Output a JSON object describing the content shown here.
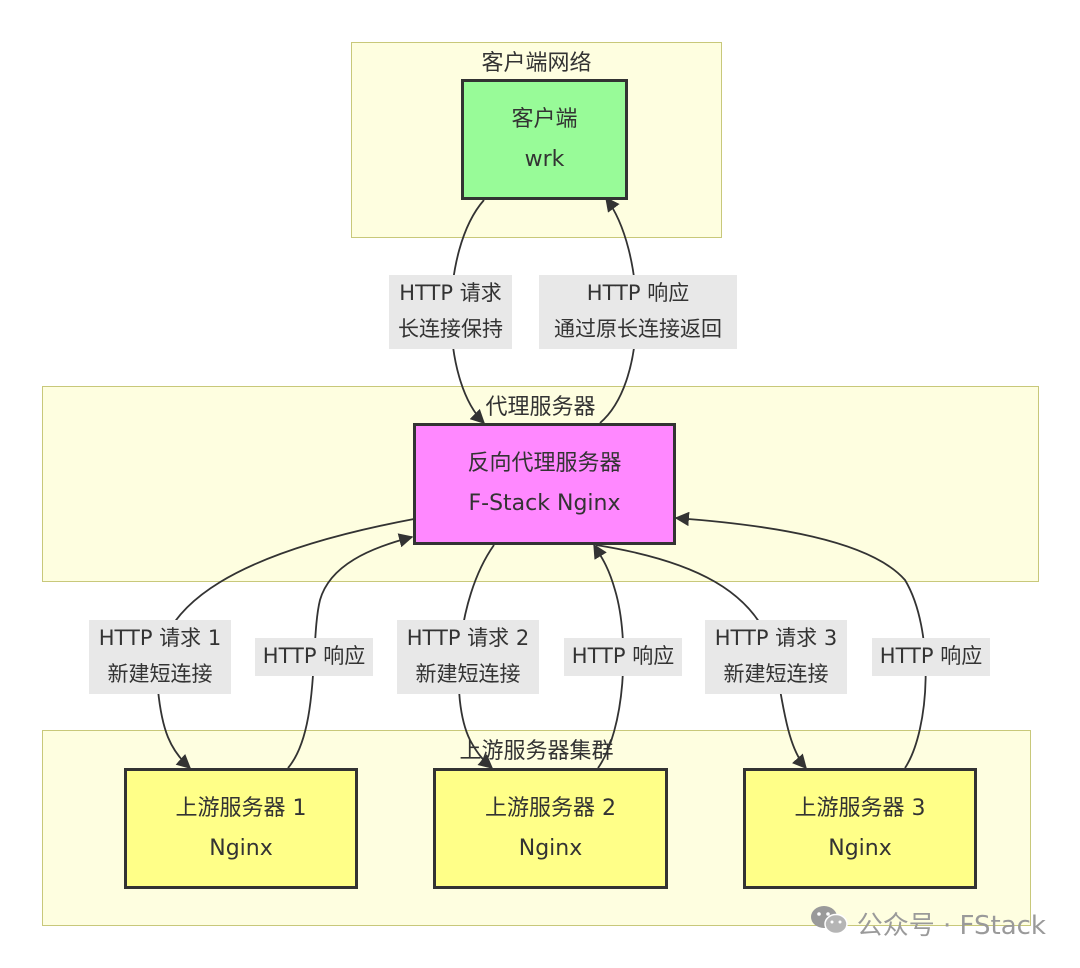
{
  "clusters": {
    "client_network": "客户端网络",
    "proxy": "代理服务器",
    "upstream": "上游服务器集群"
  },
  "nodes": {
    "client": {
      "line1": "客户端",
      "line2": "wrk",
      "fill": "#98fb98"
    },
    "proxy": {
      "line1": "反向代理服务器",
      "line2": "F-Stack Nginx",
      "fill": "#ff88ff"
    },
    "upstream1": {
      "line1": "上游服务器 1",
      "line2": "Nginx",
      "fill": "#ffff88"
    },
    "upstream2": {
      "line1": "上游服务器 2",
      "line2": "Nginx",
      "fill": "#ffff88"
    },
    "upstream3": {
      "line1": "上游服务器 3",
      "line2": "Nginx",
      "fill": "#ffff88"
    }
  },
  "edges": {
    "client_request": {
      "line1": "HTTP 请求",
      "line2": "长连接保持"
    },
    "client_response": {
      "line1": "HTTP 响应",
      "line2": "通过原长连接返回"
    },
    "upstream1_request": {
      "line1": "HTTP 请求 1",
      "line2": "新建短连接"
    },
    "upstream1_response": {
      "line1": "HTTP 响应"
    },
    "upstream2_request": {
      "line1": "HTTP 请求 2",
      "line2": "新建短连接"
    },
    "upstream2_response": {
      "line1": "HTTP 响应"
    },
    "upstream3_request": {
      "line1": "HTTP 请求 3",
      "line2": "新建短连接"
    },
    "upstream3_response": {
      "line1": "HTTP 响应"
    }
  },
  "watermark": {
    "text": "公众号 · FStack",
    "icon": "wechat-icon"
  },
  "colors": {
    "cluster_fill": "#fefee0",
    "cluster_border": "#c8c87a",
    "edge": "#333333",
    "label_bg": "#e8e8e8"
  }
}
